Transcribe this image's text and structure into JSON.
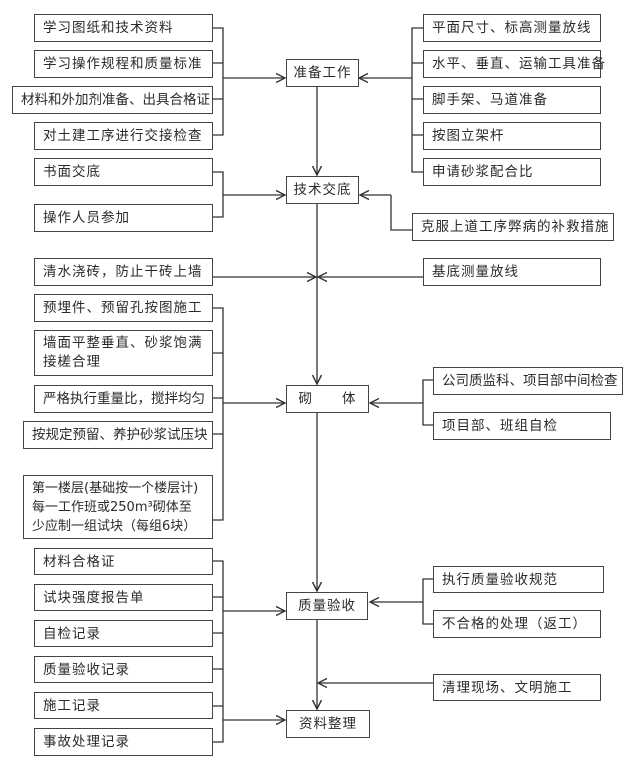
{
  "main_steps": [
    "准备工作",
    "技术交底",
    "砌　　体",
    "质量验收",
    "资料整理"
  ],
  "prep": {
    "left": [
      "学习图纸和技术资料",
      "学习操作规程和质量标准",
      "材料和外加剂准备、出具合格证",
      "对土建工序进行交接检查"
    ],
    "right": [
      "平面尺寸、标高测量放线",
      "水平、垂直、运输工具准备",
      "脚手架、马道准备",
      "按图立架杆",
      "申请砂浆配合比"
    ]
  },
  "tech": {
    "left": [
      "书面交底",
      "操作人员参加"
    ],
    "right": [
      "克服上道工序弊病的补救措施"
    ]
  },
  "pre_masonry": {
    "left": "清水浇砖，防止干砖上墙",
    "right": "基底测量放线"
  },
  "masonry": {
    "left": [
      "预埋件、预留孔按图施工",
      "墙面平整垂直、砂浆饱满接槎合理",
      "严格执行重量比，搅拌均匀",
      "按规定预留、养护砂浆试压块",
      "第一楼层(基础按一个楼层计)每一工作班或250m³砌体至少应制一组试块（每组6块）"
    ],
    "right": [
      "公司质监科、项目部中间检查",
      "项目部、班组自检"
    ]
  },
  "quality": {
    "left": [
      "材料合格证",
      "试块强度报告单",
      "自检记录",
      "质量验收记录",
      "施工记录",
      "事故处理记录"
    ],
    "right": [
      "执行质量验收规范",
      "不合格的处理（返工）"
    ]
  },
  "cleanup": "清理现场、文明施工"
}
